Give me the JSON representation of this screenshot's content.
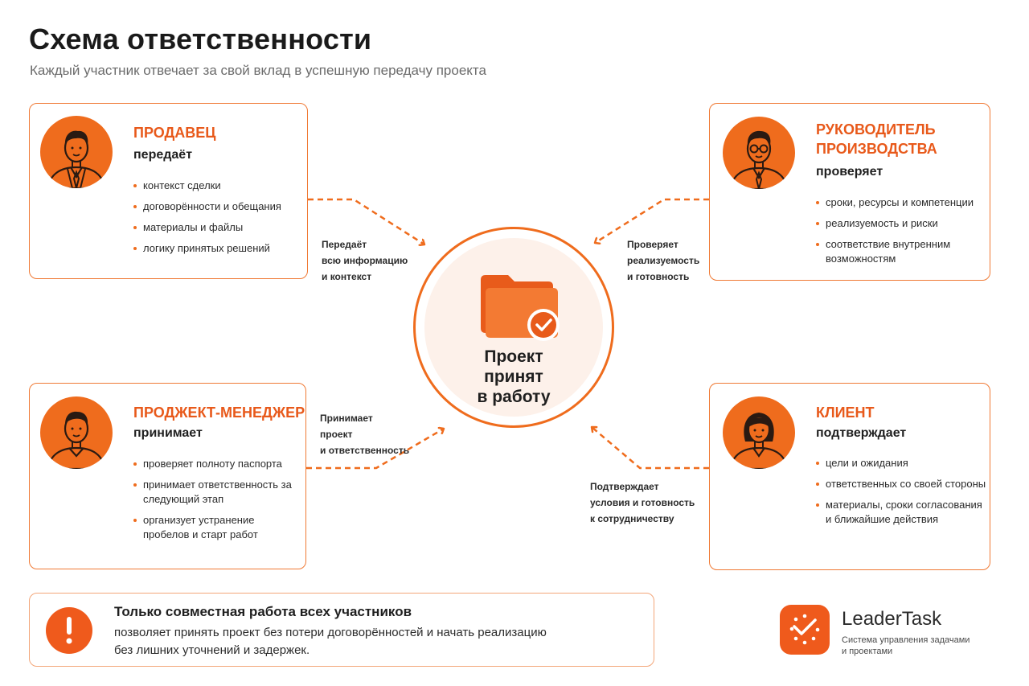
{
  "header": {
    "title": "Схема ответственности",
    "subtitle": "Каждый участник отвечает за свой вклад в успешную передачу проекта"
  },
  "colors": {
    "accent": "#ef6c1d",
    "role_text": "#e8591a",
    "card_border": "#f07a35",
    "center_fill": "#fdf1ea"
  },
  "roles": {
    "seller": {
      "title": "ПРОДАВЕЦ",
      "verb": "передаёт",
      "avatar_icon": "man-in-suit-icon",
      "items": [
        "контекст сделки",
        "договорённости и обещания",
        "материалы и файлы",
        "логику принятых решений"
      ]
    },
    "production_head": {
      "title_line1": "РУКОВОДИТЕЛЬ",
      "title_line2": "ПРОИЗВОДСТВА",
      "verb": "проверяет",
      "avatar_icon": "man-with-glasses-icon",
      "items": [
        "сроки, ресурсы и компетенции",
        "реализуемость и риски",
        "соответствие внутренним возможностям"
      ]
    },
    "project_manager": {
      "title": "ПРОДЖЕКТ-МЕНЕДЖЕР",
      "verb": "принимает",
      "avatar_icon": "man-in-shirt-icon",
      "items": [
        "проверяет полноту паспорта",
        "принимает ответственность за следующий этап",
        "организует устранение пробелов и старт работ"
      ]
    },
    "client": {
      "title": "КЛИЕНТ",
      "verb": "подтверждает",
      "avatar_icon": "woman-icon",
      "items": [
        "цели и ожидания",
        "ответственных со своей стороны",
        "материалы, сроки согласования и ближайшие действия"
      ]
    }
  },
  "arrows": {
    "seller": [
      "Передаёт",
      "всю информацию",
      "и контекст"
    ],
    "production_head": [
      "Проверяет",
      "реализуемость",
      "и готовность"
    ],
    "project_manager": [
      "Принимает",
      "проект",
      "и ответственность"
    ],
    "client": [
      "Подтверждает",
      "условия и готовность",
      "к сотрудничеству"
    ]
  },
  "center": {
    "icon": "folder-check-icon",
    "line1": "Проект",
    "line2": "принят",
    "line3": "в работу"
  },
  "note": {
    "icon": "exclamation-icon",
    "title": "Только совместная работа всех участников",
    "line1": "позволяет принять проект без потери договорённостей и начать реализацию",
    "line2": "без лишних уточнений и задержек."
  },
  "brand": {
    "icon": "leadertask-logo-icon",
    "name": "LeaderTask",
    "tagline_line1": "Система управления задачами",
    "tagline_line2": "и проектами"
  }
}
